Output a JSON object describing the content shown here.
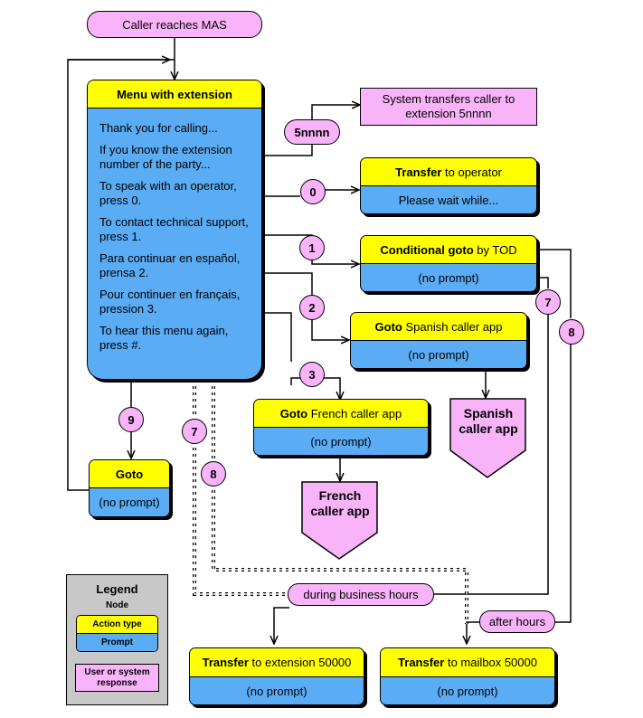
{
  "start": "Caller reaches MAS",
  "menu": {
    "type": "Menu with extension",
    "lines": [
      "Thank you for calling...",
      "If you know the extension number of the party...",
      "To speak with an operator, press 0.",
      "To contact technical support, press 1.",
      "Para continuar en español, prensa 2.",
      "Pour continuer en français, pression 3.",
      "To hear this menu again, press #."
    ]
  },
  "ext_transfer": "System transfers caller to extension 5nnnn",
  "keys": {
    "ext": "5nnnn",
    "k0": "0",
    "k1": "1",
    "k2": "2",
    "k3": "3",
    "k7a": "7",
    "k8a": "8",
    "k9": "9",
    "k7b": "7",
    "k8b": "8"
  },
  "operator": {
    "action": "Transfer",
    "rest": " to operator",
    "prompt": "Please wait while..."
  },
  "tod": {
    "action": "Conditional goto",
    "rest": " by TOD",
    "prompt": "(no prompt)"
  },
  "spanish": {
    "action": "Goto",
    "rest": " Spanish caller app",
    "prompt": "(no prompt)",
    "app": "Spanish caller app"
  },
  "french": {
    "action": "Goto",
    "rest": " French caller app",
    "prompt": "(no prompt)",
    "app": "French caller app"
  },
  "goto": {
    "action": "Goto",
    "prompt": "(no prompt)"
  },
  "business": "during business hours",
  "after": "after hours",
  "t_ext": {
    "action": "Transfer",
    "rest": " to extension 50000",
    "prompt": "(no prompt)"
  },
  "t_mbox": {
    "action": "Transfer",
    "rest": " to mailbox 50000",
    "prompt": "(no prompt)"
  },
  "legend": {
    "title": "Legend",
    "node": "Node",
    "action": "Action type",
    "prompt": "Prompt",
    "response": "User or system response"
  },
  "colors": {
    "action": "#ffff00",
    "prompt": "#5aacf5",
    "response": "#f9b3f9"
  }
}
